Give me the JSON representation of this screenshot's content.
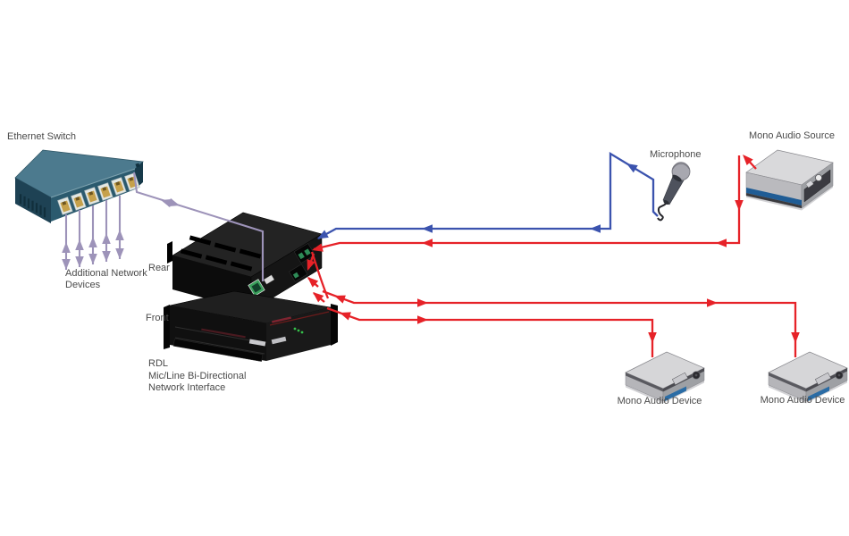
{
  "labels": {
    "ethernet_switch": "Ethernet Switch",
    "additional_network_line1": "Additional Network",
    "additional_network_line2": "Devices",
    "rear": "Rear",
    "front": "Front",
    "rdl_line1": "RDL",
    "rdl_line2": "Mic/Line Bi-Directional",
    "rdl_line3": "Network Interface",
    "microphone": "Microphone",
    "mono_audio_source": "Mono Audio Source",
    "mono_audio_device_left": "Mono Audio Device",
    "mono_audio_device_right": "Mono Audio Device"
  },
  "colors": {
    "network_line": "#9D93B9",
    "mic_line": "#3B53AE",
    "audio_line": "#E62228",
    "label_text": "#4A4A4A",
    "switch_top": "#4C7A8E",
    "switch_front": "#2B5A6E",
    "switch_side": "#1E4254",
    "port_gold": "#C6A14B",
    "ethernet_jack_green": "#3BA05C",
    "led_green": "#35C04A",
    "panel_blue": "#2A6CA5",
    "source_panel_blue": "#1F5C95"
  }
}
